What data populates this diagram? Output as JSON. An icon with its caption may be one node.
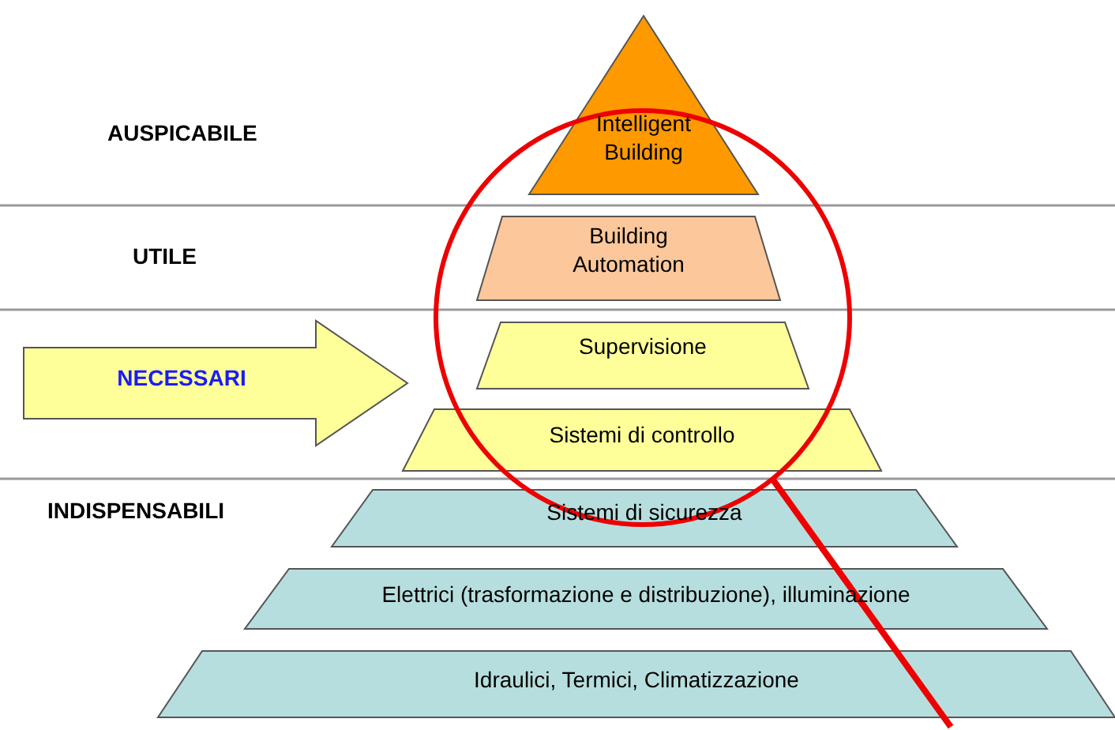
{
  "diagram": {
    "nodes": [
      {
        "text": [
          "Intelligent Building"
        ]
      },
      {
        "text": [
          "Building Automation"
        ]
      },
      {
        "text": [
          "Supervisione"
        ]
      },
      {
        "text": [
          "NECESSARI"
        ]
      },
      {
        "text": [
          "Sistemi di controllo"
        ]
      },
      {
        "text": [
          "Sistemi di sicurezza"
        ]
      },
      {
        "text": [
          "Elettrici (trasformazione e distribuzione), illuminazione"
        ]
      },
      {
        "text": [
          "Idraulici, Termici, Climatizzazione"
        ]
      }
    ],
    "labels": [
      "AUSPICABILE",
      "UTILE",
      "INDISPENSABILI"
    ]
  }
}
